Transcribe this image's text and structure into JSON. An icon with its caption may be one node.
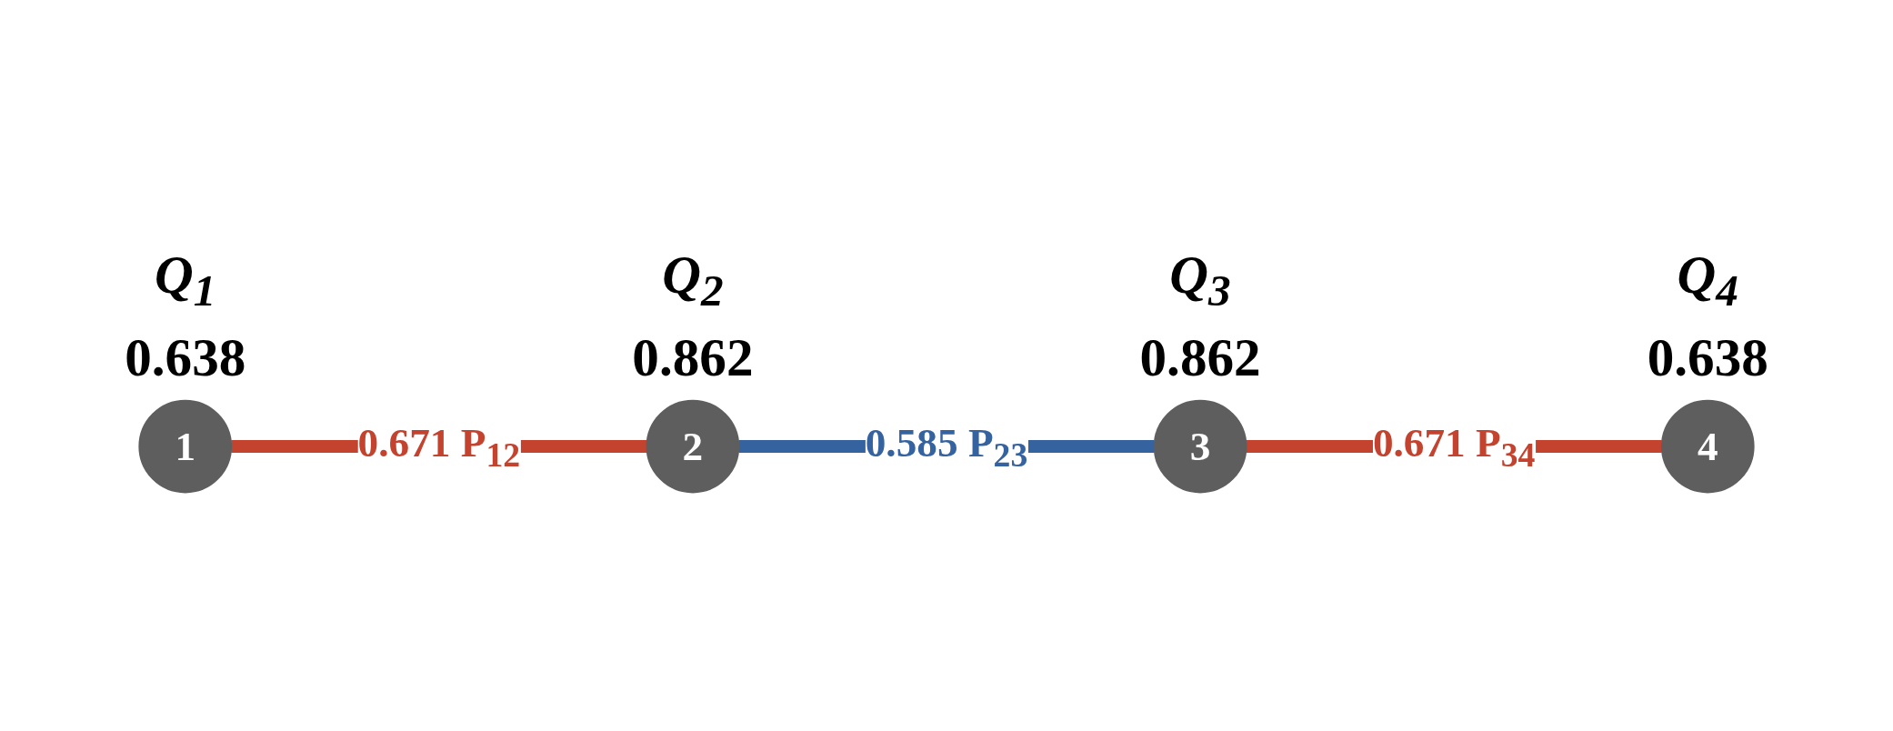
{
  "diagram": {
    "nodes": [
      {
        "text": [
          "1"
        ],
        "beside": [
          "Q$_{1}$",
          "0.638"
        ]
      },
      {
        "text": [
          "2"
        ],
        "beside": [
          "Q$_{2}$",
          "0.862"
        ]
      },
      {
        "text": [
          "3"
        ],
        "beside": [
          "Q$_{3}$",
          "0.862"
        ]
      },
      {
        "text": [
          "4"
        ],
        "beside": [
          "Q$_{4}$",
          "0.638"
        ]
      }
    ],
    "edges": [
      {
        "from": 0,
        "to": 1,
        "arrow": "none",
        "label": "0.671 P$_{12}$",
        "color": "#c4432f"
      },
      {
        "from": 1,
        "to": 2,
        "arrow": "none",
        "label": "0.585 P$_{23}$",
        "color": "#3563a0"
      },
      {
        "from": 2,
        "to": 3,
        "arrow": "none",
        "label": "0.671 P$_{34}$",
        "color": "#c4432f"
      }
    ]
  }
}
